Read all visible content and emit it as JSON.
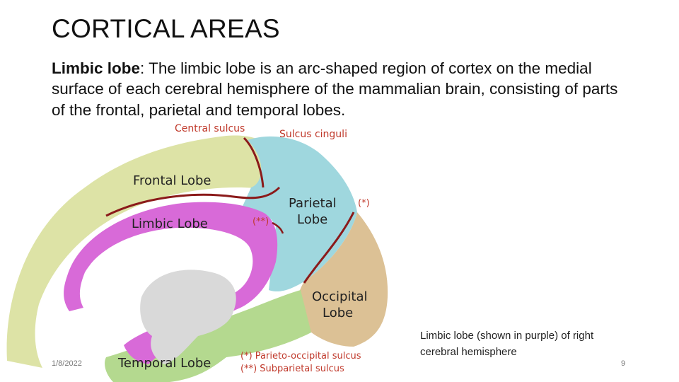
{
  "slide": {
    "title": "CORTICAL AREAS",
    "body": {
      "term": "Limbic lobe",
      "definition": ": The limbic lobe is an arc-shaped region of cortex on the medial surface of each cerebral hemisphere of the mammalian brain, consisting of parts of the frontal, parietal and temporal lobes."
    },
    "caption": "Limbic lobe (shown in purple) of right cerebral hemisphere",
    "date": "1/8/2022",
    "page_number": "9"
  },
  "figure": {
    "labels": {
      "central_sulcus": "Central sulcus",
      "sulcus_cinguli": "Sulcus cinguli",
      "frontal_lobe": "Frontal Lobe",
      "limbic_lobe": "Limbic Lobe",
      "subparietal_mark": "(**)",
      "parietal_line1": "Parietal",
      "parietal_line2": "Lobe",
      "parieto_mark": "(*)",
      "occipital_line1": "Occipital",
      "occipital_line2": "Lobe",
      "temporal_lobe": "Temporal Lobe",
      "legend_parieto": "(*) Parieto-occipital sulcus",
      "legend_subparietal": "(**) Subparietal sulcus"
    },
    "colors": {
      "frontal": "#dde3a6",
      "limbic": "#d86ad8",
      "parietal": "#9fd7de",
      "occipital": "#dcc195",
      "temporal": "#b4d98f",
      "thalamus": "#d9d9d9",
      "sulcus_red": "#8b1a1a",
      "annotation_red": "#c0392b"
    }
  }
}
